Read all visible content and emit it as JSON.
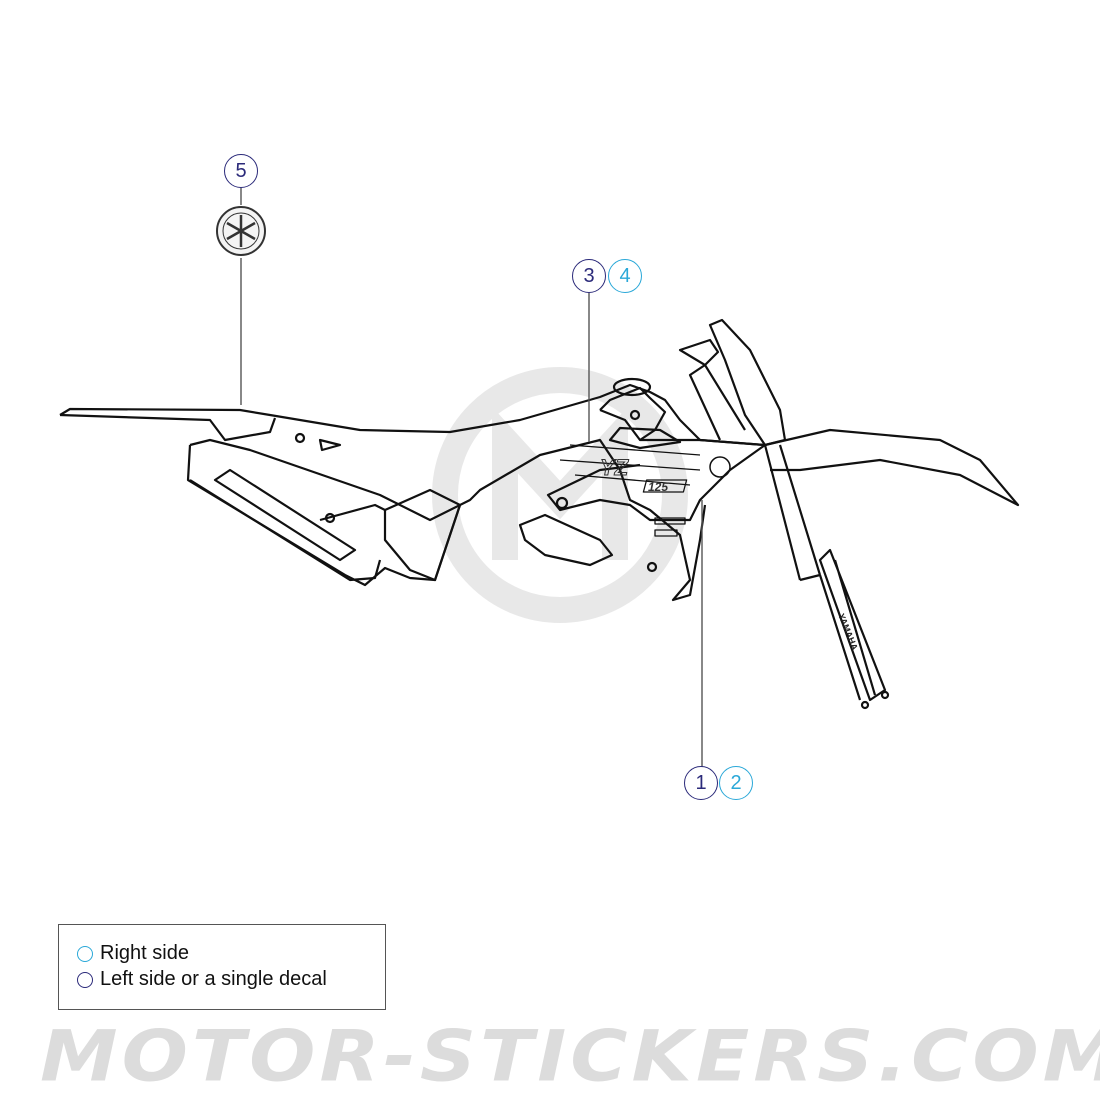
{
  "callouts": [
    {
      "number": "5",
      "side": "left"
    },
    {
      "number": "3",
      "side": "left"
    },
    {
      "number": "4",
      "side": "right"
    },
    {
      "number": "1",
      "side": "left"
    },
    {
      "number": "2",
      "side": "right"
    }
  ],
  "legend": {
    "right_label": "Right side",
    "left_label": "Left side or a single decal"
  },
  "fork_text": "YAMAHA",
  "shroud_text": "YZ",
  "model_text": "125",
  "watermark": "MOTOR-STICKERS.COM",
  "colors": {
    "left_side": "#2b2a7a",
    "right_side": "#2aa8d8",
    "watermark": "#dcdcdc"
  }
}
